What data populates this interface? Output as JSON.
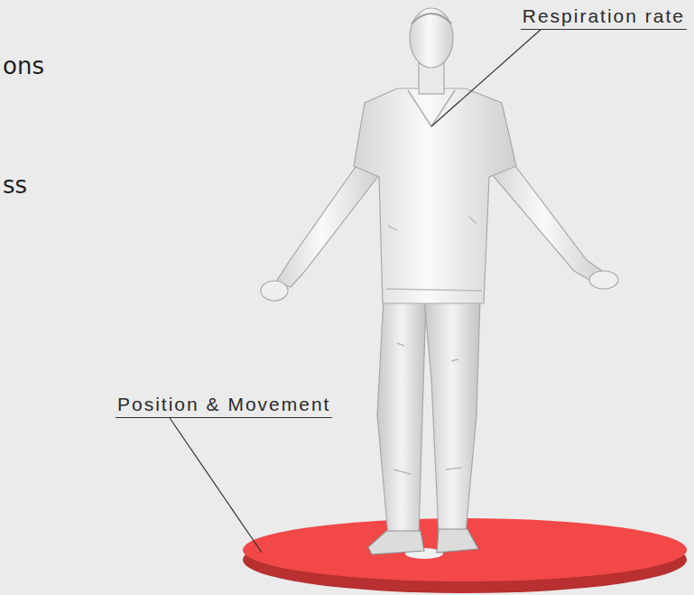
{
  "diagram": {
    "labels": [
      "ons",
      "ss",
      "Respiration rate",
      "Position & Movement"
    ]
  }
}
